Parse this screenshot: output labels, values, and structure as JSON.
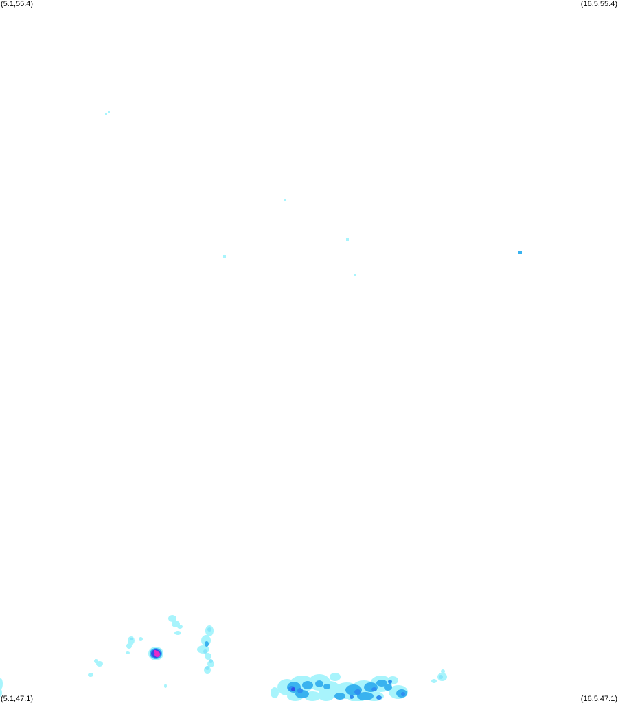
{
  "corners": {
    "top_left": "(5.1,55.4)",
    "top_right": "(16.5,55.4)",
    "bottom_left": "(5.1,47.1)",
    "bottom_right": "(16.5,47.1)"
  },
  "colors": {
    "background": "#ffffff",
    "level_1": "#a8f4fc",
    "level_2": "#8ae6fa",
    "level_3": "#39b2ef",
    "level_4": "#2f8ff0",
    "level_5": "#2f4ee8",
    "level_6": "#e829c8"
  }
}
